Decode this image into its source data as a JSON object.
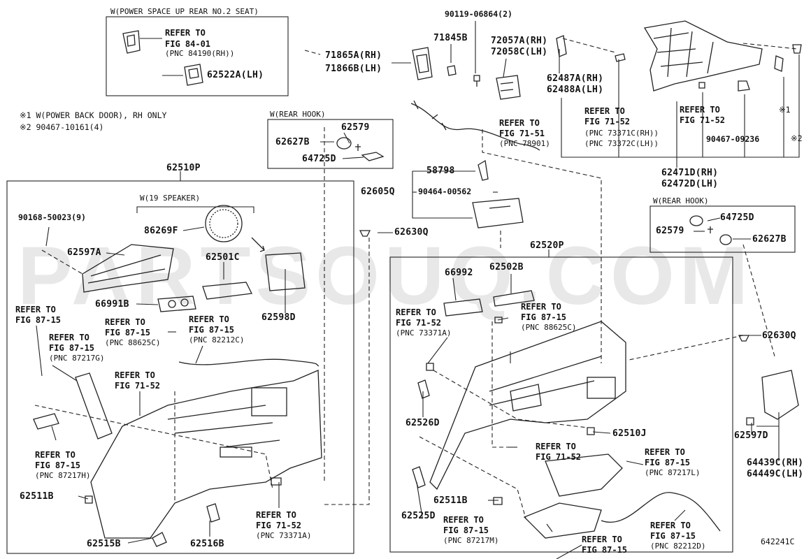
{
  "watermark": "PARTSOUQ.COM",
  "diagram_id": "642241C",
  "notes": [
    "※1 W(POWER BACK DOOR), RH ONLY",
    "※2 90467-10161(4)"
  ],
  "headers": {
    "power_space": "W(POWER SPACE UP REAR NO.2 SEAT)",
    "rear_hook_1": "W(REAR HOOK)",
    "rear_hook_2": "W(REAR HOOK)",
    "speaker": "W(19 SPEAKER)"
  },
  "marks": {
    "m1": "※1",
    "m2": "※2"
  },
  "parts": {
    "p71865a": "71865A(RH)",
    "p71866b": "71866B(LH)",
    "p90119": "90119-06864(2)",
    "p71845b": "71845B",
    "p72057a": "72057A(RH)",
    "p72058c": "72058C(LH)",
    "p62487a": "62487A(RH)",
    "p62488a": "62488A(LH)",
    "p62522a": "62522A(LH)",
    "p62579a": "62579",
    "p62627ba": "62627B",
    "p64725da": "64725D",
    "p62510p": "62510P",
    "p90168": "90168-50023(9)",
    "p62597a": "62597A",
    "p86269f": "86269F",
    "p62501c": "62501C",
    "p66991b": "66991B",
    "p62598d": "62598D",
    "p58798": "58798",
    "p62605q": "62605Q",
    "p90464": "90464-00562",
    "p62630qa": "62630Q",
    "p62520p": "62520P",
    "p66992": "66992",
    "p62502b": "62502B",
    "p90467": "90467-09236",
    "p62471d": "62471D(RH)",
    "p62472d": "62472D(LH)",
    "p64725db": "64725D",
    "p62579b": "62579",
    "p62627bb": "62627B",
    "p62630qb": "62630Q",
    "p62510j": "62510J",
    "p62526d": "62526D",
    "p62525d": "62525D",
    "p62511ba": "62511B",
    "p62511bb": "62511B",
    "p62515b": "62515B",
    "p62516b": "62516B",
    "p62597d": "62597D",
    "p64439c": "64439C(RH)",
    "p64449c": "64449C(LH)"
  },
  "refers": {
    "r8401": "REFER TO\nFIG 84-01",
    "r8401pnc": "(PNC 84190(RH))",
    "r7151": "REFER TO\nFIG 71-51",
    "r7151pnc": "(PNC 78901)",
    "r7152top": "REFER TO\nFIG 71-52",
    "r7152toppnc": "(PNC 73371C(RH))\n(PNC 73372C(LH))",
    "r7152tr": "REFER TO\nFIG 71-52",
    "r8715a": "REFER TO\nFIG 87-15",
    "r8715b": "REFER TO\nFIG 87-15",
    "r8715bpnc": "(PNC 87217G)",
    "r8715c": "REFER TO\nFIG 87-15",
    "r8715cpnc": "(PNC 88625C)",
    "r8715d": "REFER TO\nFIG 87-15",
    "r8715dpnc": "(PNC 82212C)",
    "r7152l": "REFER TO\nFIG 71-52",
    "r8715e": "REFER TO\nFIG 87-15",
    "r8715epnc": "(PNC 87217H)",
    "r7152m": "REFER TO\nFIG 71-52",
    "r7152mpnc": "(PNC 73371A)",
    "r7152r": "REFER TO\nFIG 71-52",
    "r7152rpnc": "(PNC 73371A)",
    "r8715f": "REFER TO\nFIG 87-15",
    "r8715fpnc": "(PNC 88625C)",
    "r7152c": "REFER TO\nFIG 71-52",
    "r8715g": "REFER TO\nFIG 87-15",
    "r8715gpnc": "(PNC 87217L)",
    "r8715h": "REFER TO\nFIG 87-15",
    "r8715hpnc": "(PNC 87217M)",
    "r8715i": "REFER TO\nFIG 87-15",
    "r8715j": "REFER TO\nFIG 87-15",
    "r8715jpnc": "(PNC 82212D)"
  }
}
